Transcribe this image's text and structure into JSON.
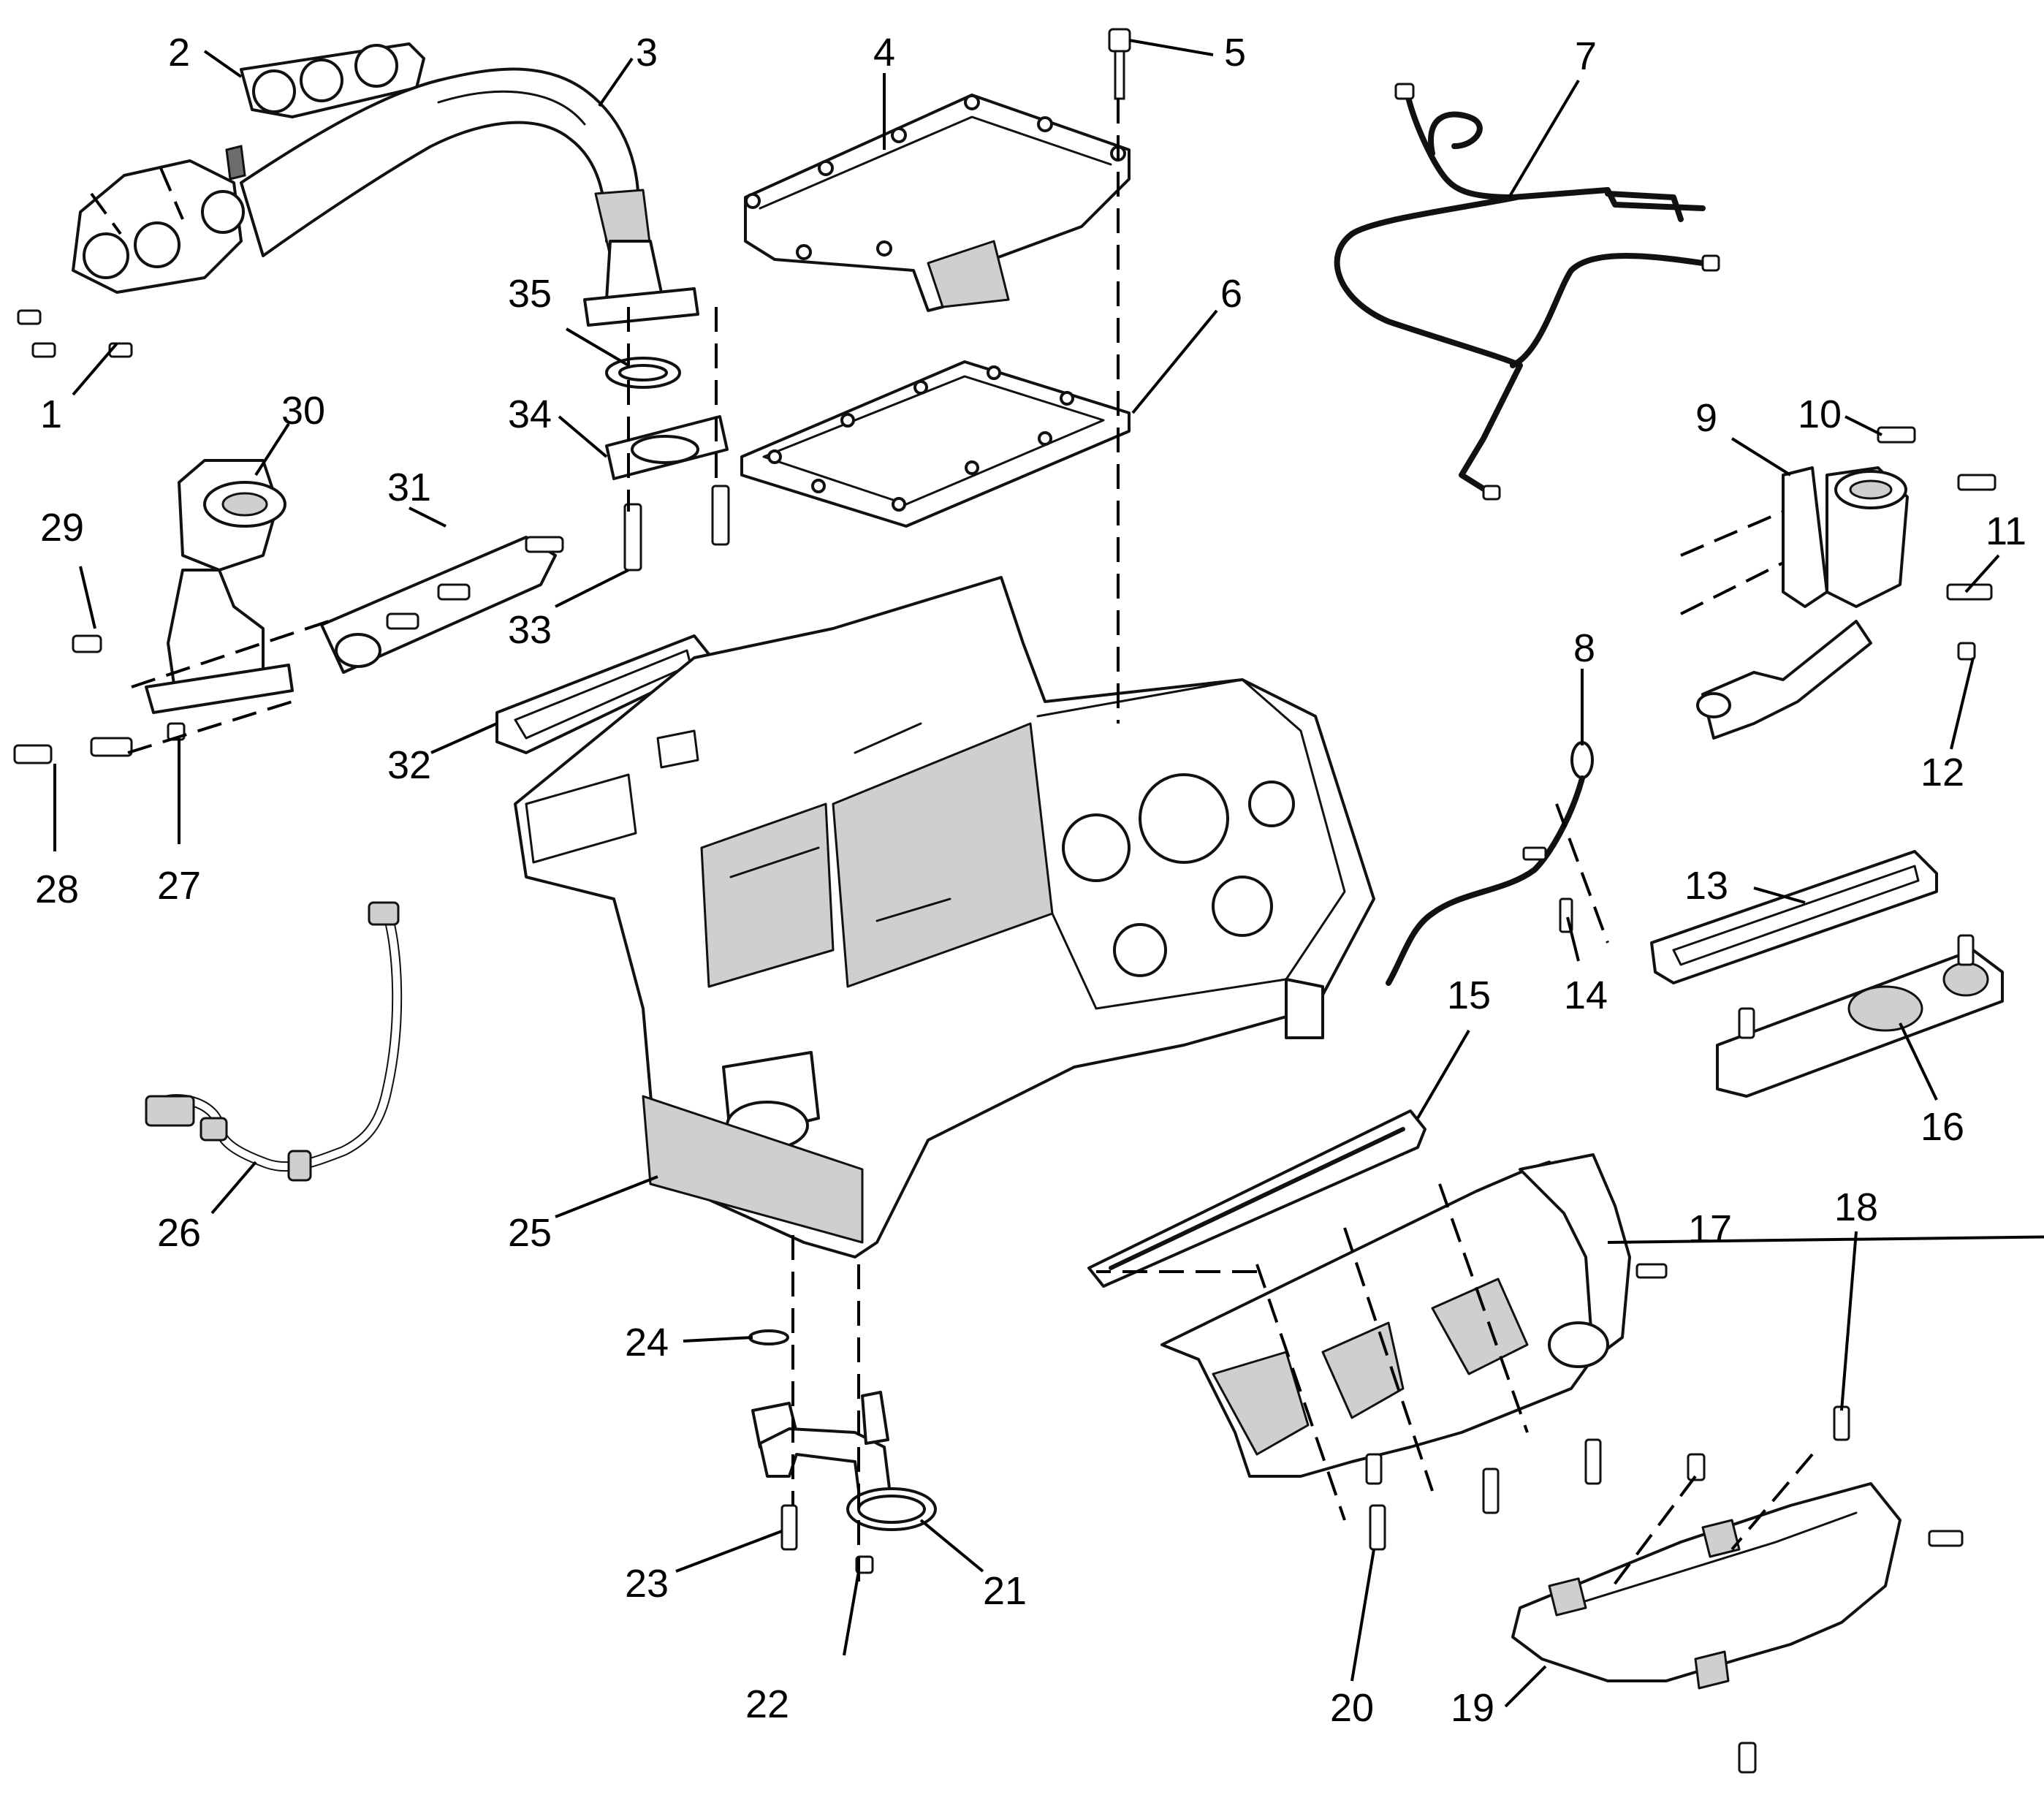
{
  "diagram": {
    "description_visible": false,
    "callouts": [
      {
        "id": "c1",
        "label": "1"
      },
      {
        "id": "c2",
        "label": "2"
      },
      {
        "id": "c3",
        "label": "3"
      },
      {
        "id": "c4",
        "label": "4"
      },
      {
        "id": "c5",
        "label": "5"
      },
      {
        "id": "c6",
        "label": "6"
      },
      {
        "id": "c7",
        "label": "7"
      },
      {
        "id": "c8",
        "label": "8"
      },
      {
        "id": "c9",
        "label": "9"
      },
      {
        "id": "c10",
        "label": "10"
      },
      {
        "id": "c11",
        "label": "11"
      },
      {
        "id": "c12",
        "label": "12"
      },
      {
        "id": "c13",
        "label": "13"
      },
      {
        "id": "c14",
        "label": "14"
      },
      {
        "id": "c15",
        "label": "15"
      },
      {
        "id": "c16",
        "label": "16"
      },
      {
        "id": "c17",
        "label": "17"
      },
      {
        "id": "c18",
        "label": "18"
      },
      {
        "id": "c19",
        "label": "19"
      },
      {
        "id": "c20",
        "label": "20"
      },
      {
        "id": "c21",
        "label": "21"
      },
      {
        "id": "c22",
        "label": "22"
      },
      {
        "id": "c23",
        "label": "23"
      },
      {
        "id": "c24",
        "label": "24"
      },
      {
        "id": "c25",
        "label": "25"
      },
      {
        "id": "c26",
        "label": "26"
      },
      {
        "id": "c27",
        "label": "27"
      },
      {
        "id": "c28",
        "label": "28"
      },
      {
        "id": "c29",
        "label": "29"
      },
      {
        "id": "c30",
        "label": "30"
      },
      {
        "id": "c31",
        "label": "31"
      },
      {
        "id": "c32",
        "label": "32"
      },
      {
        "id": "c33",
        "label": "33"
      },
      {
        "id": "c34",
        "label": "34"
      },
      {
        "id": "c35",
        "label": "35"
      }
    ]
  }
}
